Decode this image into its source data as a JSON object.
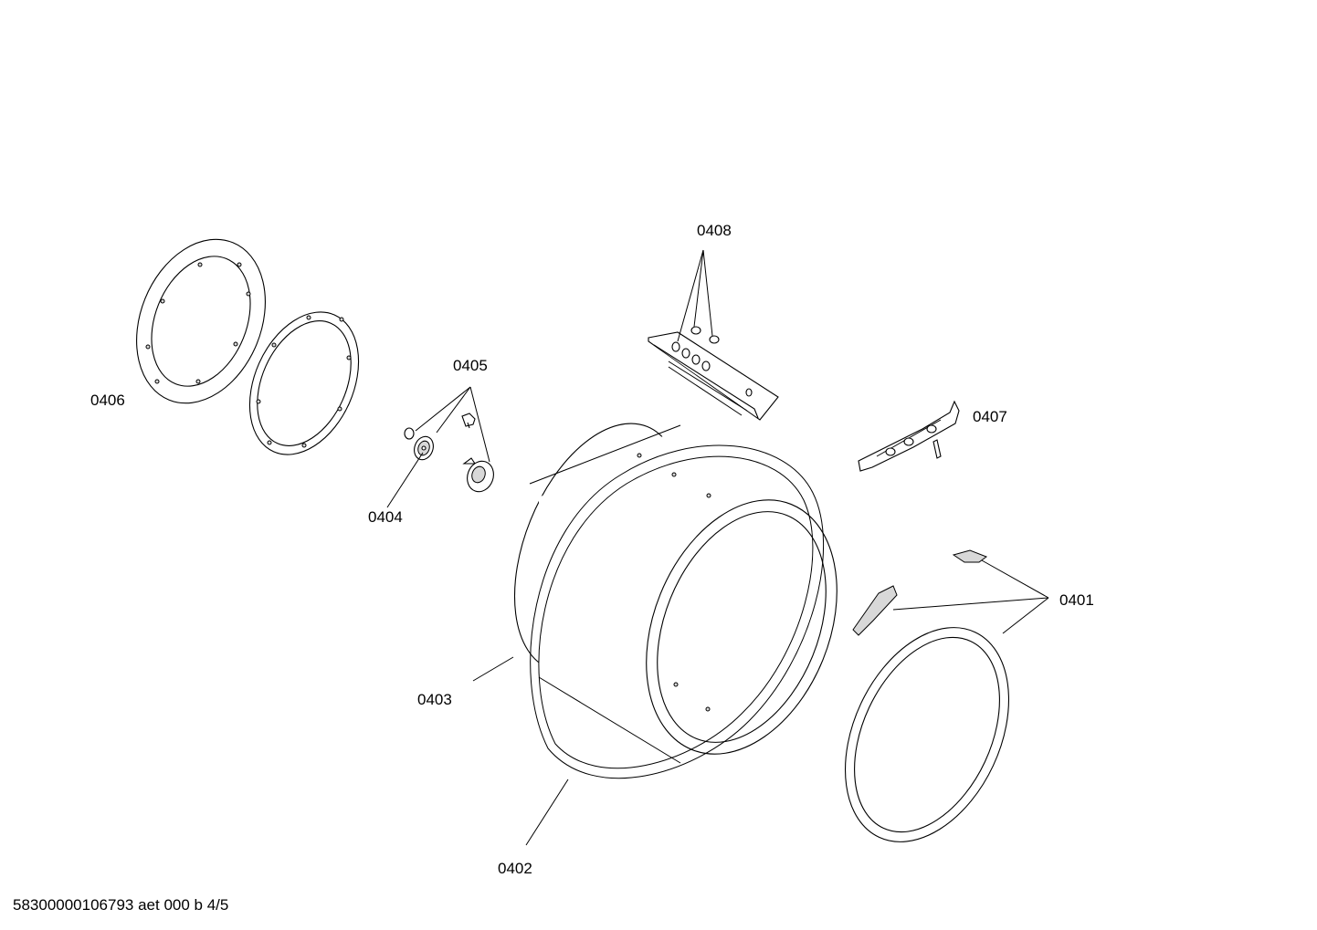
{
  "callouts": {
    "p0401": "0401",
    "p0402": "0402",
    "p0403": "0403",
    "p0404": "0404",
    "p0405": "0405",
    "p0406": "0406",
    "p0407": "0407",
    "p0408": "0408"
  },
  "footer": {
    "reference": "58300000106793 aet 000 b 4/5"
  },
  "colors": {
    "line": "#000000",
    "background": "#ffffff",
    "part_shade": "#d8d8d8"
  }
}
